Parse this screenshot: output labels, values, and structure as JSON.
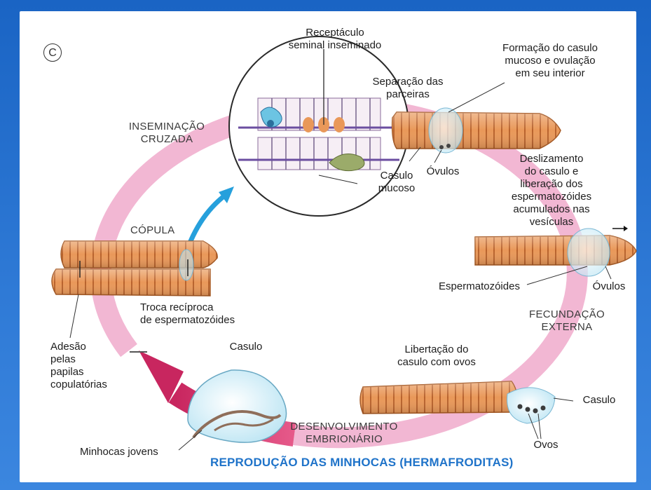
{
  "figure": {
    "panel_letter": "C",
    "title": "REPRODUÇÃO DAS MINHOCAS (HERMAFRODITAS)",
    "labels": {
      "receptaculo": "Receptáculo\nseminal inseminado",
      "formacao": "Formação do casulo\nmucoso e ovulação\nem seu interior",
      "separacao": "Separação das\nparceiras",
      "inseminacao": "INSEMINAÇÃO\nCRUZADA",
      "casulo_mucoso": "Casulo\nmucoso",
      "ovulos_top": "Óvulos",
      "deslizamento": "Deslizamento\ndo casulo e\nliberação dos\nespermatozóides\nacumulados nas\nvesículas",
      "copula": "CÓPULA",
      "espermatozoides": "Espermatozóides",
      "ovulos_right": "Óvulos",
      "troca": "Troca recíproca\nde espermatozóides",
      "fecundacao": "FECUNDAÇÃO\nEXTERNA",
      "adesao": "Adesão\npelas\npapilas\ncopulatórias",
      "casulo_bottom": "Casulo",
      "libertacao": "Libertação do\ncasulo com ovos",
      "casulo_right": "Casulo",
      "desenvolvimento": "DESENVOLVIMENTO\nEMBRIONÁRIO",
      "ovos": "Ovos",
      "minhocas_jovens": "Minhocas jovens"
    }
  },
  "colors": {
    "background": "#2f7ad6",
    "ring_light": "#f2b7d3",
    "ring_dark": "#c8265f",
    "worm_body": "#e99859",
    "worm_stripe": "#b8622c",
    "title_blue": "#1f73c9"
  }
}
